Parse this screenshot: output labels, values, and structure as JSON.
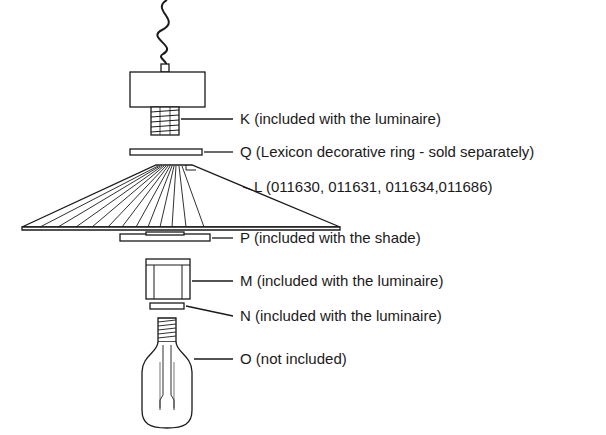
{
  "diagram": {
    "labels": [
      "K (included with the luminaire)",
      "Q (Lexicon decorative ring - sold separately)",
      "L (011630, 011631, 011634,011686)",
      "P (included with the shade)",
      "M (included with the luminaire)",
      "N (included with the luminaire)",
      "O (not included)"
    ]
  }
}
